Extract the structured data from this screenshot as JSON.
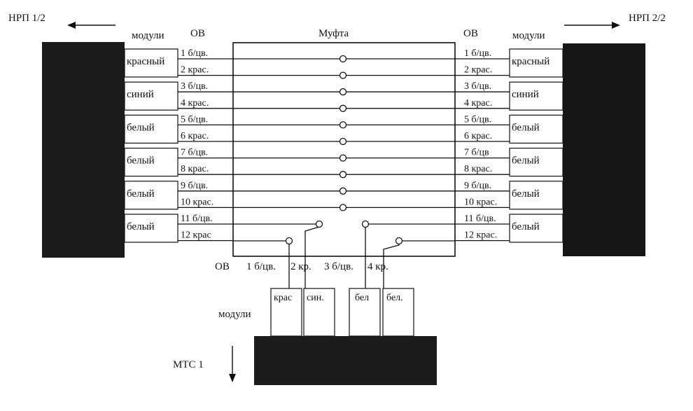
{
  "header": {
    "left_label": "НРП 1/2",
    "right_label": "НРП 2/2",
    "coupling_label": "Муфта",
    "modules_label": "модули",
    "fibers_label": "ОВ"
  },
  "left_fibers": [
    "1 б/цв.",
    "2 крас.",
    "3 б/цв.",
    "4 крас.",
    "5 б/цв.",
    "6 крас.",
    "7 б/цв.",
    "8 крас.",
    "9 б/цв.",
    "10 крас.",
    "11 б/цв.",
    "12 крас"
  ],
  "right_fibers": [
    "1 б/цв.",
    "2 крас.",
    "3 б/цв.",
    "4 крас.",
    "5 б/цв.",
    "6 крас.",
    "7 б/цв",
    "8 крас.",
    "9 б/цв.",
    "10 крас.",
    "11 б/цв.",
    "12 крас."
  ],
  "left_modules": [
    "красный",
    "синий",
    "белый",
    "белый",
    "белый",
    "белый"
  ],
  "right_modules": [
    "красный",
    "синий",
    "белый",
    "белый",
    "белый",
    "белый"
  ],
  "bottom": {
    "fibers_label": "ОВ",
    "fibers": [
      "1 б/цв.",
      "2 кр.",
      "3 б/цв.",
      "4 кр."
    ],
    "modules_label": "модули",
    "modules": [
      "крас",
      "син.",
      "бел",
      "бел."
    ],
    "station_label": "МТС 1"
  }
}
